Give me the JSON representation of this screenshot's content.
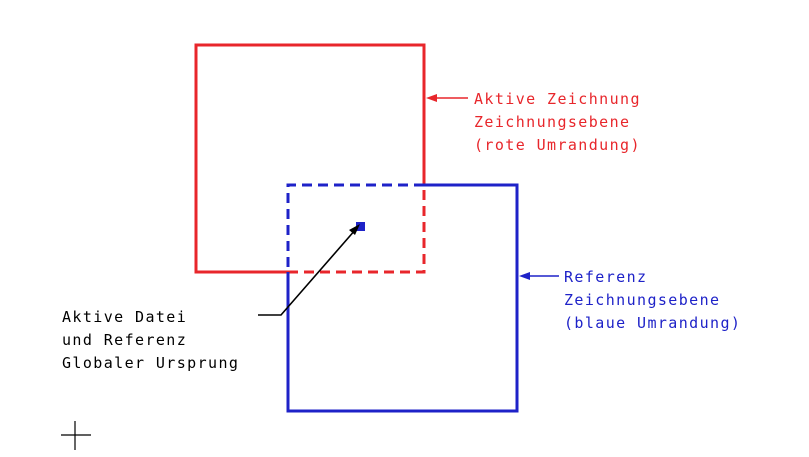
{
  "active_drawing": {
    "label_line1": "Aktive Zeichnung",
    "label_line2": "Zeichnungsebene",
    "label_line3": "(rote Umrandung)",
    "color": "#e8262b"
  },
  "reference": {
    "label_line1": "Referenz",
    "label_line2": "Zeichnungsebene",
    "label_line3": "(blaue Umrandung)",
    "color": "#1e22c8"
  },
  "origin": {
    "label_line1": "Aktive Datei",
    "label_line2": "und Referenz",
    "label_line3": "Globaler Ursprung",
    "marker_color": "#1e22c8",
    "label_color": "#000000"
  },
  "cursor": {
    "icon": "crosshair-cursor-icon"
  }
}
